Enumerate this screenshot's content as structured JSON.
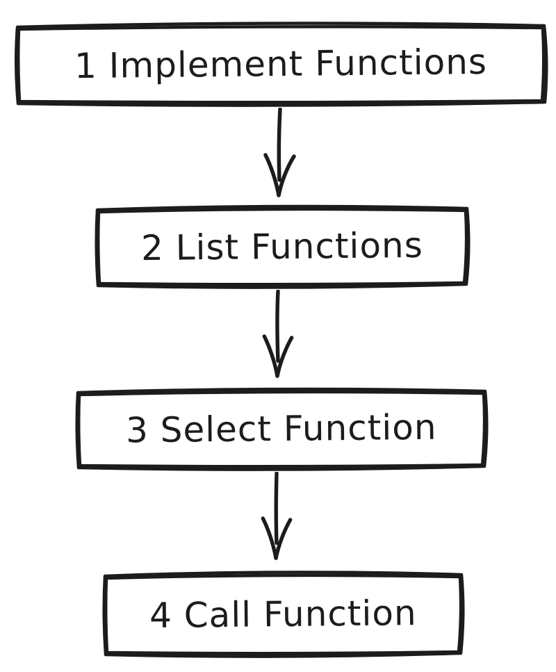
{
  "page": {
    "background": "#ffffff"
  },
  "diagram": {
    "type": "flowchart",
    "style": "hand-drawn",
    "ink_color": "#1c1c1c",
    "steps": [
      {
        "label": "1 Implement Functions"
      },
      {
        "label": "2 List Functions"
      },
      {
        "label": "3 Select Function"
      },
      {
        "label": "4 Call Function"
      }
    ],
    "connections": [
      {
        "from": "1 Implement Functions",
        "to": "2 List Functions"
      },
      {
        "from": "2 List Functions",
        "to": "3 Select Function"
      },
      {
        "from": "3 Select Function",
        "to": "4 Call Function"
      }
    ]
  }
}
